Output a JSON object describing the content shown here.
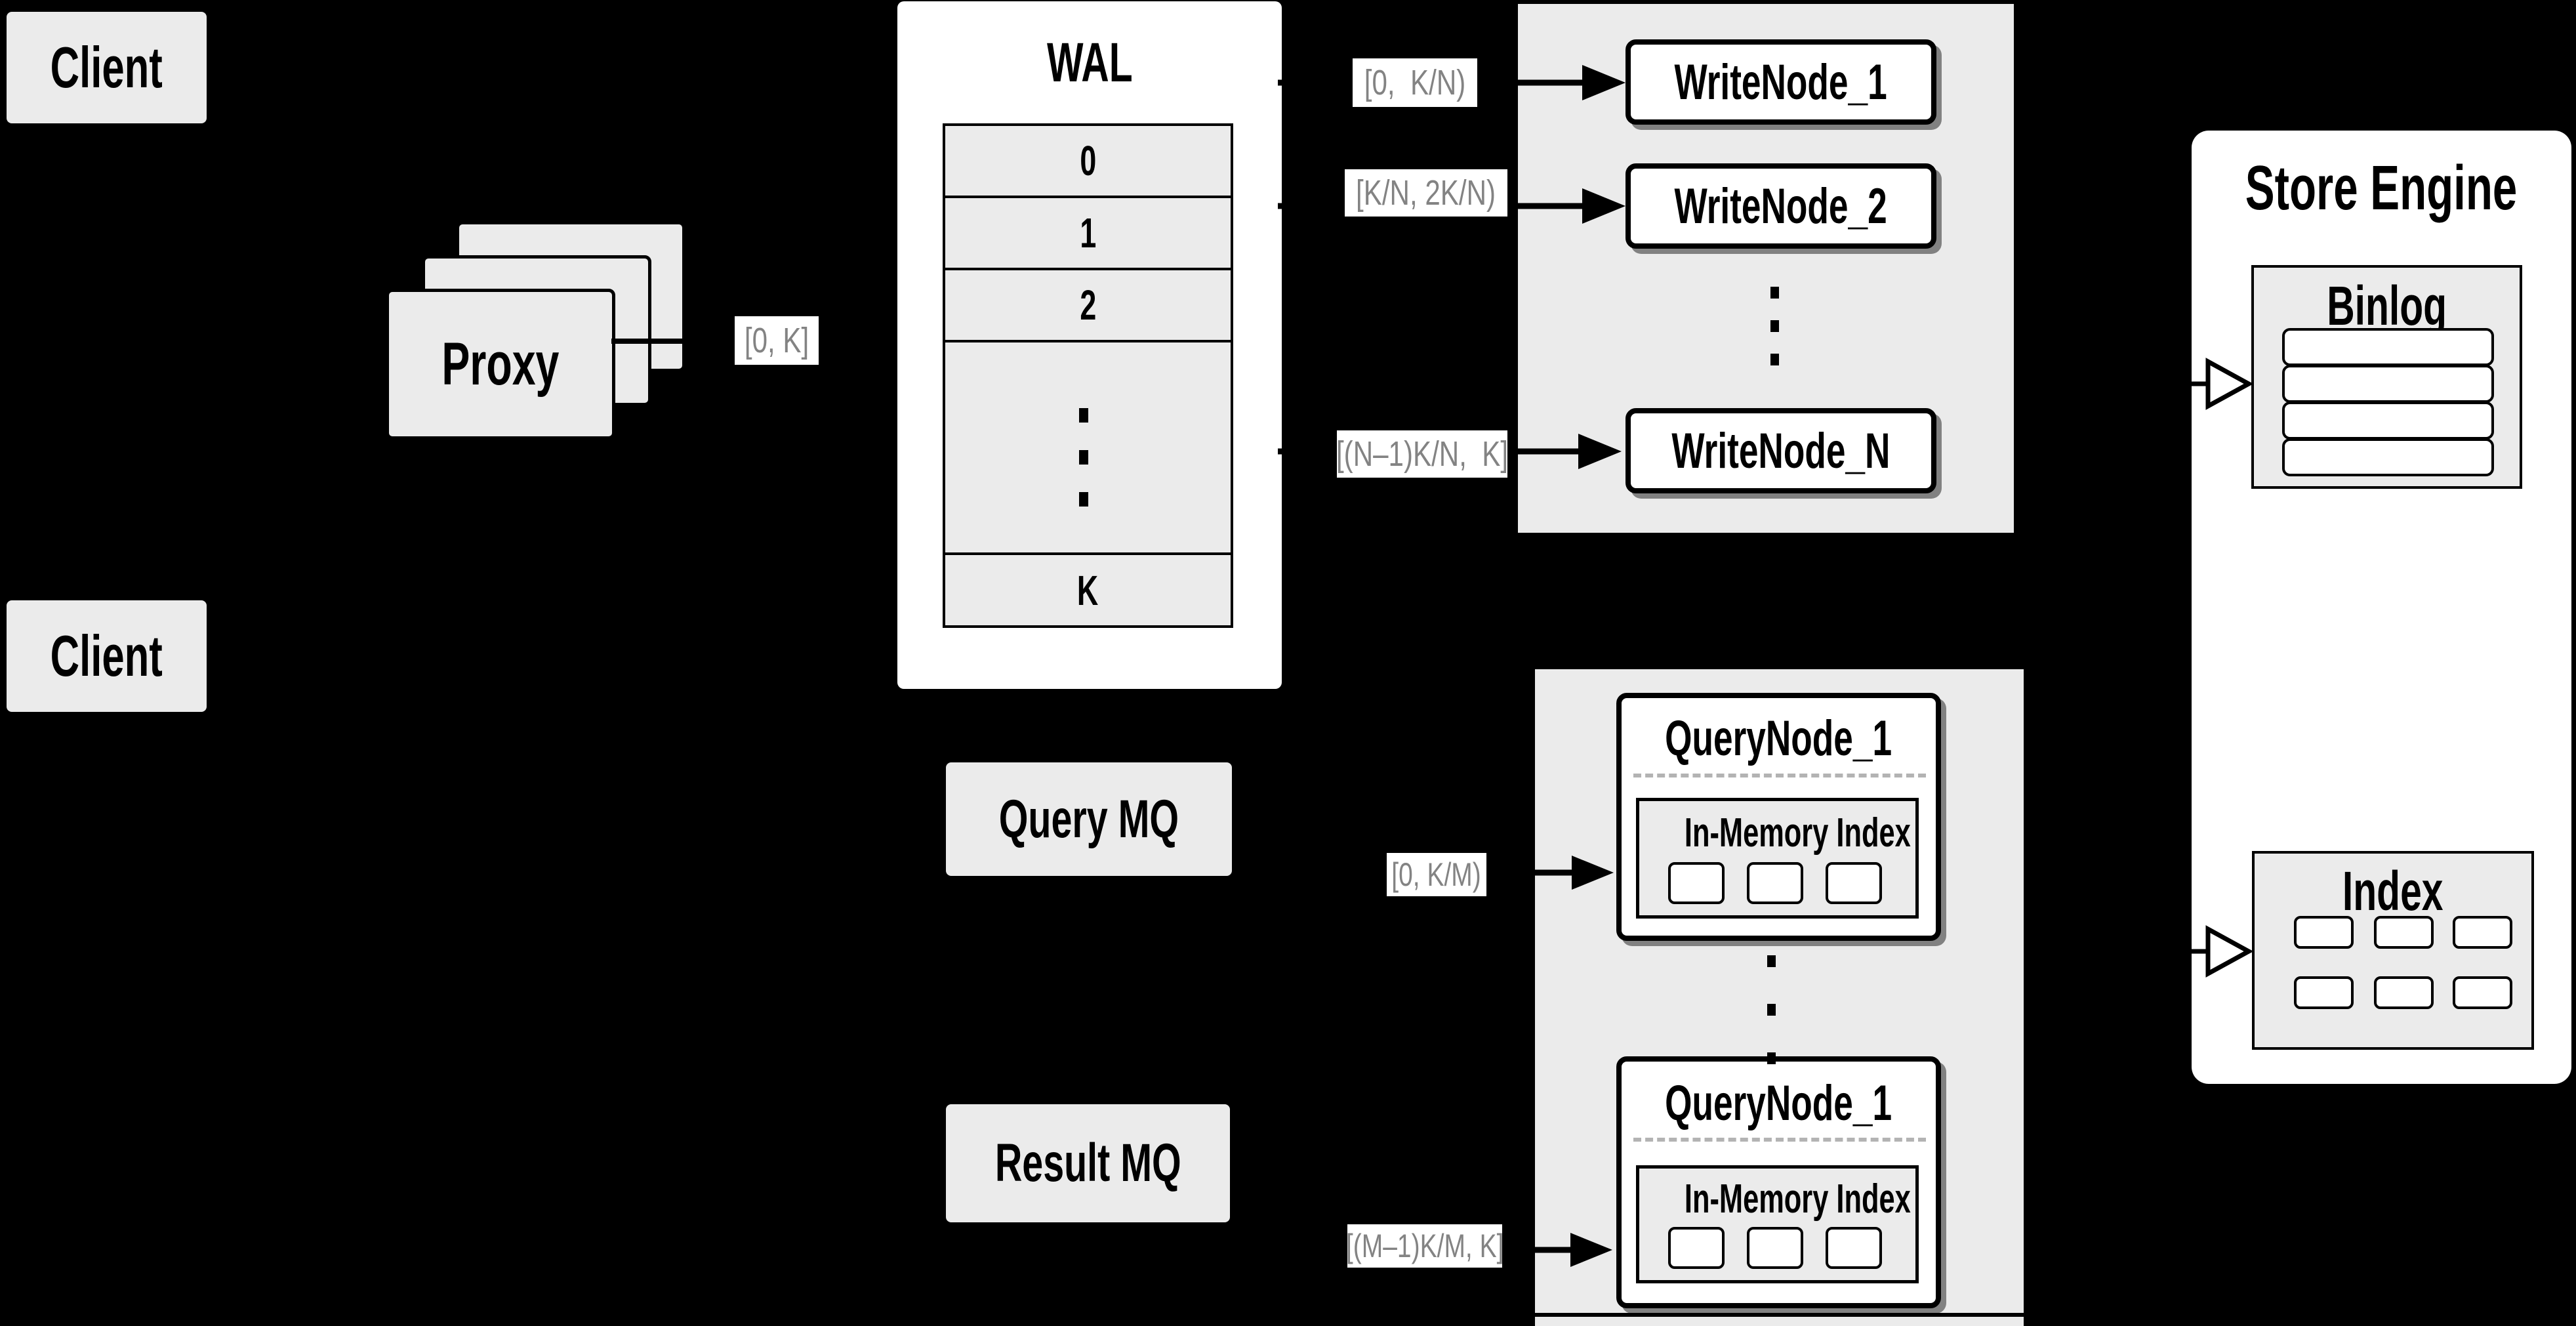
{
  "colors": {
    "background": "#000000",
    "box_gray": "#ebebeb",
    "box_white": "#ffffff",
    "border": "#000000",
    "range_label_text": "#838383",
    "dashed_divider": "#b3b3b3"
  },
  "clients": {
    "top_label": "Client",
    "bottom_label": "Client"
  },
  "proxy": {
    "label": "Proxy",
    "range": "[0, K]"
  },
  "wal": {
    "title": "WAL",
    "rows": [
      "0",
      "1",
      "2",
      "K"
    ]
  },
  "write_nodes": {
    "items": [
      {
        "range": "[0,  K/N)",
        "label": "WriteNode_1"
      },
      {
        "range": "[K/N, 2K/N)",
        "label": "WriteNode_2"
      },
      {
        "range": "[(N–1)K/N,  K]",
        "label": "WriteNode_N"
      }
    ]
  },
  "query_nodes": {
    "query_mq": "Query MQ",
    "result_mq": "Result MQ",
    "items": [
      {
        "range": "[0, K/M)",
        "label": "QueryNode_1",
        "index_label": "In-Memory Index"
      },
      {
        "range": "[(M–1)K/M, K]",
        "label": "QueryNode_1",
        "index_label": "In-Memory Index"
      }
    ]
  },
  "store_engine": {
    "title": "Store Engine",
    "binlog": "Binlog",
    "index": "Index"
  }
}
